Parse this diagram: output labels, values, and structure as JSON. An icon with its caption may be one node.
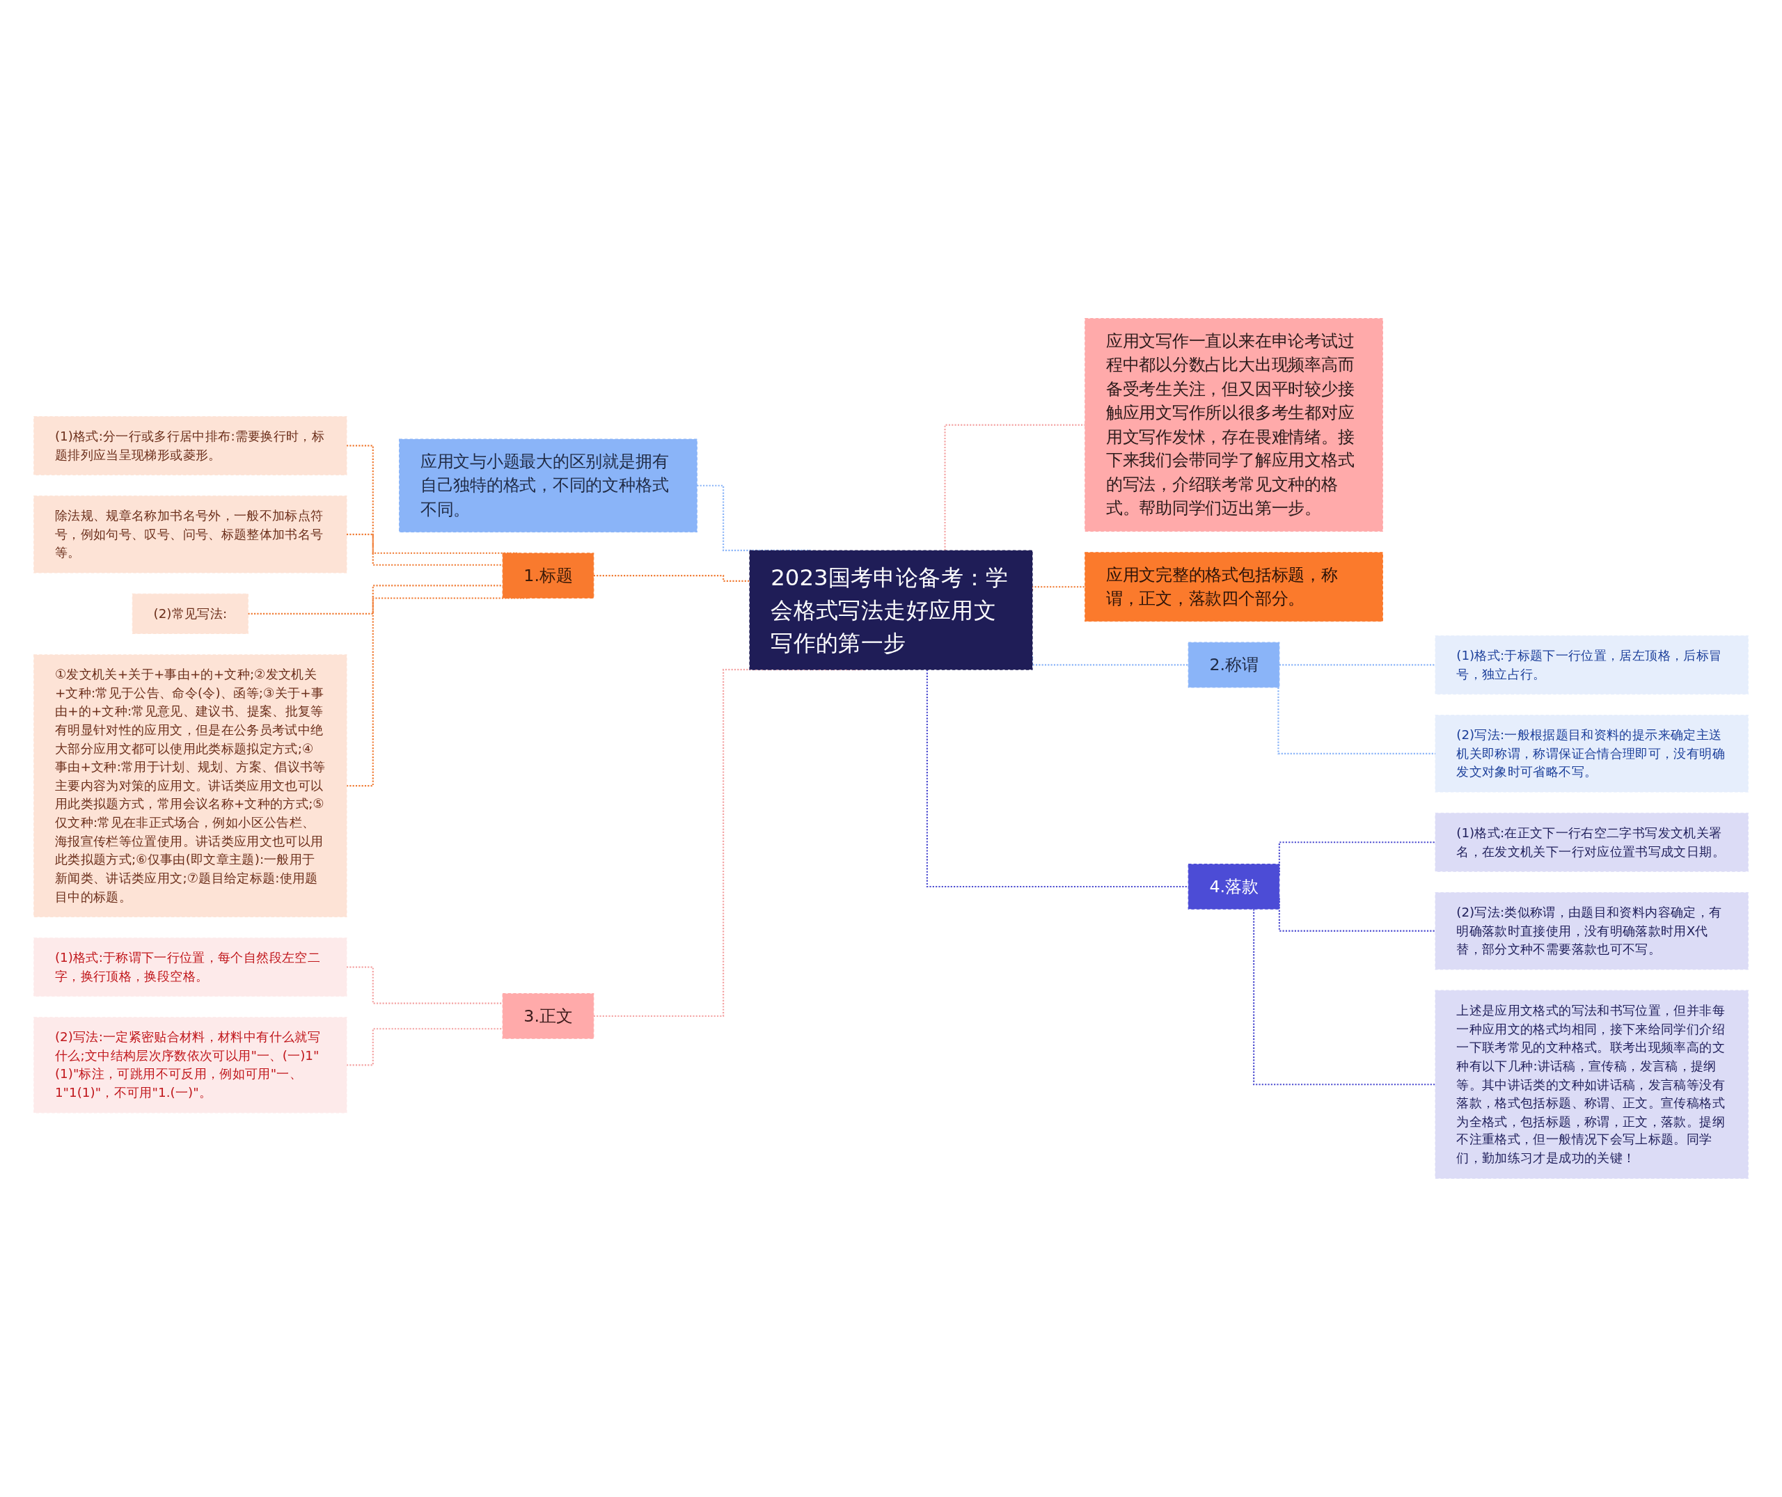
{
  "diagram": {
    "nodes": [
      {
        "text": [
          "2023国考申论备考：学会格式写法走好应用文写作的第一步"
        ]
      },
      {
        "text": [
          "应用文与小题最大的区别就是拥有自己独特的格式，不同的文种格式不同。"
        ]
      },
      {
        "text": [
          "1.标题"
        ]
      },
      {
        "text": [
          "(1)格式:分一行或多行居中排布:需要换行时，标题排列应当呈现梯形或菱形。"
        ]
      },
      {
        "text": [
          "除法规、规章名称加书名号外，一般不加标点符号，例如句号、叹号、问号、标题整体加书名号等。"
        ]
      },
      {
        "text": [
          "(2)常见写法:"
        ]
      },
      {
        "text": [
          "①发文机关+关于+事由+的+文种;②发文机关+文种:常见于公告、命令(令)、函等;③关于+事由+的+文种:常见意见、建议书、提案、批复等有明显针对性的应用文，但是在公务员考试中绝大部分应用文都可以使用此类标题拟定方式;④事由+文种:常用于计划、规划、方案、倡议书等主要内容为对策的应用文。讲话类应用文也可以用此类拟题方式，常用会议名称+文种的方式;⑤仅文种:常见在非正式场合，例如小区公告栏、海报宣传栏等位置使用。讲话类应用文也可以用此类拟题方式;⑥仅事由(即文章主题):一般用于新闻类、讲话类应用文;⑦题目给定标题:使用题目中的标题。"
        ]
      },
      {
        "text": [
          "3.正文"
        ]
      },
      {
        "text": [
          "(1)格式:于称谓下一行位置，每个自然段左空二字，换行顶格，换段空格。"
        ]
      },
      {
        "text": [
          "(2)写法:一定紧密贴合材料，材料中有什么就写什么;文中结构层次序数依次可以用\"一、(一)1\"(1)\"标注，可跳用不可反用，例如可用\"一、1\"1(1)\"，不可用\"1.(一)\"。"
        ]
      },
      {
        "text": [
          "应用文写作一直以来在申论考试过程中都以分数占比大出现频率高而备受考生关注，但又因平时较少接触应用文写作所以很多考生都对应用文写作发怵，存在畏难情绪。接下来我们会带同学了解应用文格式的写法，介绍联考常见文种的格式。帮助同学们迈出第一步。"
        ]
      },
      {
        "text": [
          "应用文完整的格式包括标题，称谓，正文，落款四个部分。"
        ]
      },
      {
        "text": [
          "2.称谓"
        ]
      },
      {
        "text": [
          "(1)格式:于标题下一行位置，居左顶格，后标冒号，独立占行。"
        ]
      },
      {
        "text": [
          "(2)写法:一般根据题目和资料的提示来确定主送机关即称谓，称谓保证合情合理即可，没有明确发文对象时可省略不写。"
        ]
      },
      {
        "text": [
          "4.落款"
        ]
      },
      {
        "text": [
          "(1)格式:在正文下一行右空二字书写发文机关署名，在发文机关下一行对应位置书写成文日期。"
        ]
      },
      {
        "text": [
          "(2)写法:类似称谓，由题目和资料内容确定，有明确落款时直接使用，没有明确落款时用X代替，部分文种不需要落款也可不写。"
        ]
      },
      {
        "text": [
          "上述是应用文格式的写法和书写位置，但并非每一种应用文的格式均相同，接下来给同学们介绍一下联考常见的文种格式。联考出现频率高的文种有以下几种:讲话稿，宣传稿，发言稿，提纲等。其中讲话类的文种如讲话稿，发言稿等没有落款，格式包括标题、称谓、正文。宣传稿格式为全格式，包括标题，称谓，正文，落款。提纲不注重格式，但一般情况下会写上标题。同学们，勤加练习才是成功的关键！"
        ]
      }
    ],
    "edges": [
      {
        "from": 1,
        "to": 0,
        "arrow": "none",
        "style": "dashed",
        "color": "#8ab4f8"
      },
      {
        "from": 2,
        "to": 0,
        "arrow": "none",
        "style": "dashed",
        "color": "#f07a32"
      },
      {
        "from": 3,
        "to": 2,
        "arrow": "none",
        "style": "dashed",
        "color": "#f07a32"
      },
      {
        "from": 4,
        "to": 2,
        "arrow": "none",
        "style": "dashed",
        "color": "#f07a32"
      },
      {
        "from": 5,
        "to": 2,
        "arrow": "none",
        "style": "dashed",
        "color": "#f07a32"
      },
      {
        "from": 6,
        "to": 2,
        "arrow": "none",
        "style": "dashed",
        "color": "#f07a32"
      },
      {
        "from": 7,
        "to": 0,
        "arrow": "none",
        "style": "dashed",
        "color": "#f4a3a3"
      },
      {
        "from": 8,
        "to": 7,
        "arrow": "none",
        "style": "dashed",
        "color": "#f4a3a3"
      },
      {
        "from": 9,
        "to": 7,
        "arrow": "none",
        "style": "dashed",
        "color": "#f4a3a3"
      },
      {
        "from": 0,
        "to": 10,
        "arrow": "none",
        "style": "dashed",
        "color": "#f4a3a3"
      },
      {
        "from": 0,
        "to": 11,
        "arrow": "none",
        "style": "dashed",
        "color": "#f07a32"
      },
      {
        "from": 0,
        "to": 12,
        "arrow": "none",
        "style": "dashed",
        "color": "#8ab4f8"
      },
      {
        "from": 12,
        "to": 13,
        "arrow": "none",
        "style": "dashed",
        "color": "#8ab4f8"
      },
      {
        "from": 12,
        "to": 14,
        "arrow": "none",
        "style": "dashed",
        "color": "#8ab4f8"
      },
      {
        "from": 0,
        "to": 15,
        "arrow": "none",
        "style": "dashed",
        "color": "#4b4bd0"
      },
      {
        "from": 15,
        "to": 16,
        "arrow": "none",
        "style": "dashed",
        "color": "#4b4bd0"
      },
      {
        "from": 15,
        "to": 17,
        "arrow": "none",
        "style": "dashed",
        "color": "#4b4bd0"
      },
      {
        "from": 15,
        "to": 18,
        "arrow": "none",
        "style": "dashed",
        "color": "#4b4bd0"
      }
    ]
  }
}
